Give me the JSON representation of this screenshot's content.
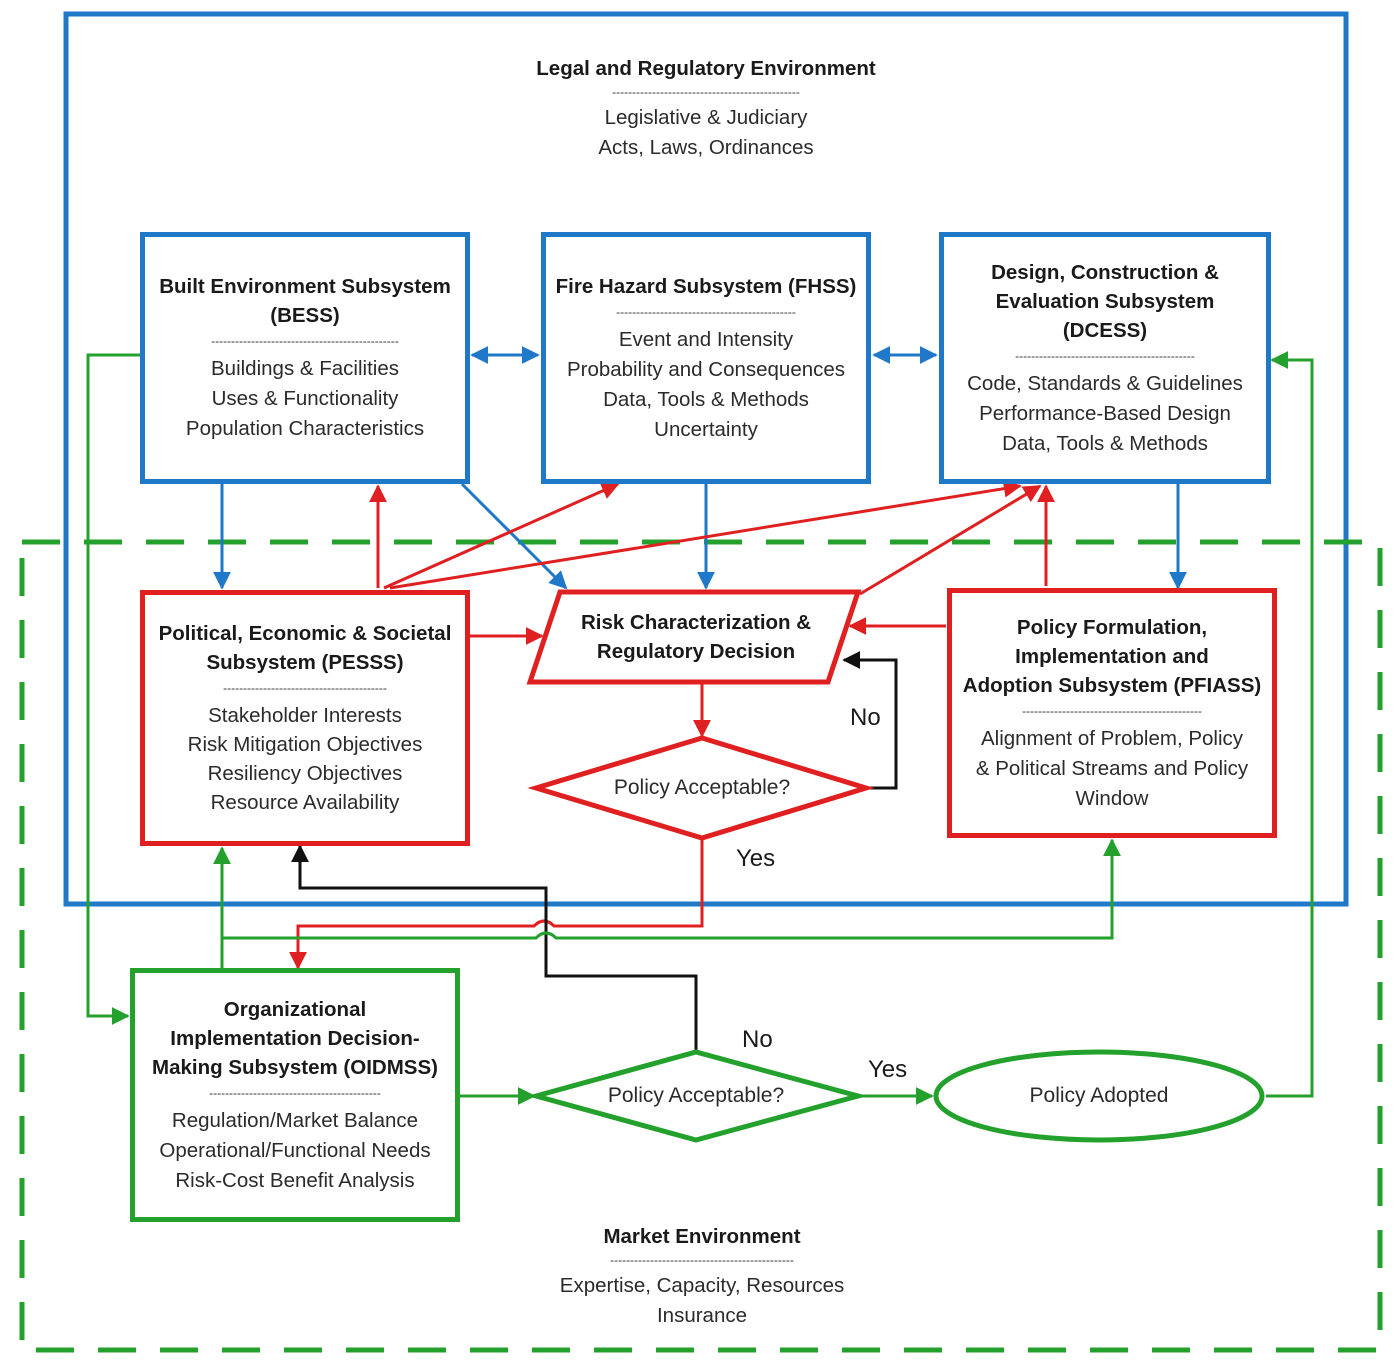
{
  "colors": {
    "blue": "#1f78c8",
    "red": "#e02020",
    "green": "#24a02c",
    "black": "#111111"
  },
  "legal_env": {
    "title": "Legal and Regulatory Environment",
    "divider": "-----------------------------------------------",
    "lines": [
      "Legislative & Judiciary",
      "Acts, Laws, Ordinances"
    ]
  },
  "market_env": {
    "title": "Market Environment",
    "divider": "----------------------------------------------",
    "lines": [
      "Expertise, Capacity, Resources",
      "Insurance"
    ]
  },
  "bess": {
    "title": [
      "Built Environment Subsystem",
      "(BESS)"
    ],
    "divider": "-----------------------------------------------",
    "items": [
      "Buildings & Facilities",
      "Uses & Functionality",
      "Population Characteristics"
    ]
  },
  "fhss": {
    "title": [
      "Fire Hazard Subsystem (FHSS)"
    ],
    "divider": "---------------------------------------------",
    "items": [
      "Event and Intensity",
      "Probability and Consequences",
      "Data, Tools & Methods",
      "Uncertainty"
    ]
  },
  "dcess": {
    "title": [
      "Design, Construction &",
      "Evaluation Subsystem",
      "(DCESS)"
    ],
    "divider": "---------------------------------------------",
    "items": [
      "Code, Standards & Guidelines",
      "Performance-Based Design",
      "Data, Tools & Methods"
    ]
  },
  "pesss": {
    "title": [
      "Political, Economic & Societal",
      "Subsystem (PESSS)"
    ],
    "divider": "-----------------------------------------",
    "items": [
      "Stakeholder Interests",
      "Risk Mitigation Objectives",
      "Resiliency Objectives",
      "Resource Availability"
    ]
  },
  "pfiass": {
    "title": [
      "Policy Formulation,",
      "Implementation and",
      "Adoption Subsystem (PFIASS)"
    ],
    "divider": "---------------------------------------------",
    "items": [
      "Alignment of Problem, Policy",
      "& Political Streams and Policy",
      "Window"
    ]
  },
  "oidmss": {
    "title": [
      "Organizational",
      "Implementation Decision-",
      "Making Subsystem (OIDMSS)"
    ],
    "divider": "-------------------------------------------",
    "items": [
      "Regulation/Market Balance",
      "Operational/Functional Needs",
      "Risk-Cost Benefit Analysis"
    ]
  },
  "risk_box": {
    "lines": [
      "Risk Characterization &",
      "Regulatory Decision"
    ]
  },
  "decision_top": {
    "text": "Policy Acceptable?",
    "no": "No",
    "yes": "Yes"
  },
  "decision_bottom": {
    "text": "Policy Acceptable?",
    "no": "No",
    "yes": "Yes"
  },
  "policy_adopted": {
    "text": "Policy Adopted"
  }
}
